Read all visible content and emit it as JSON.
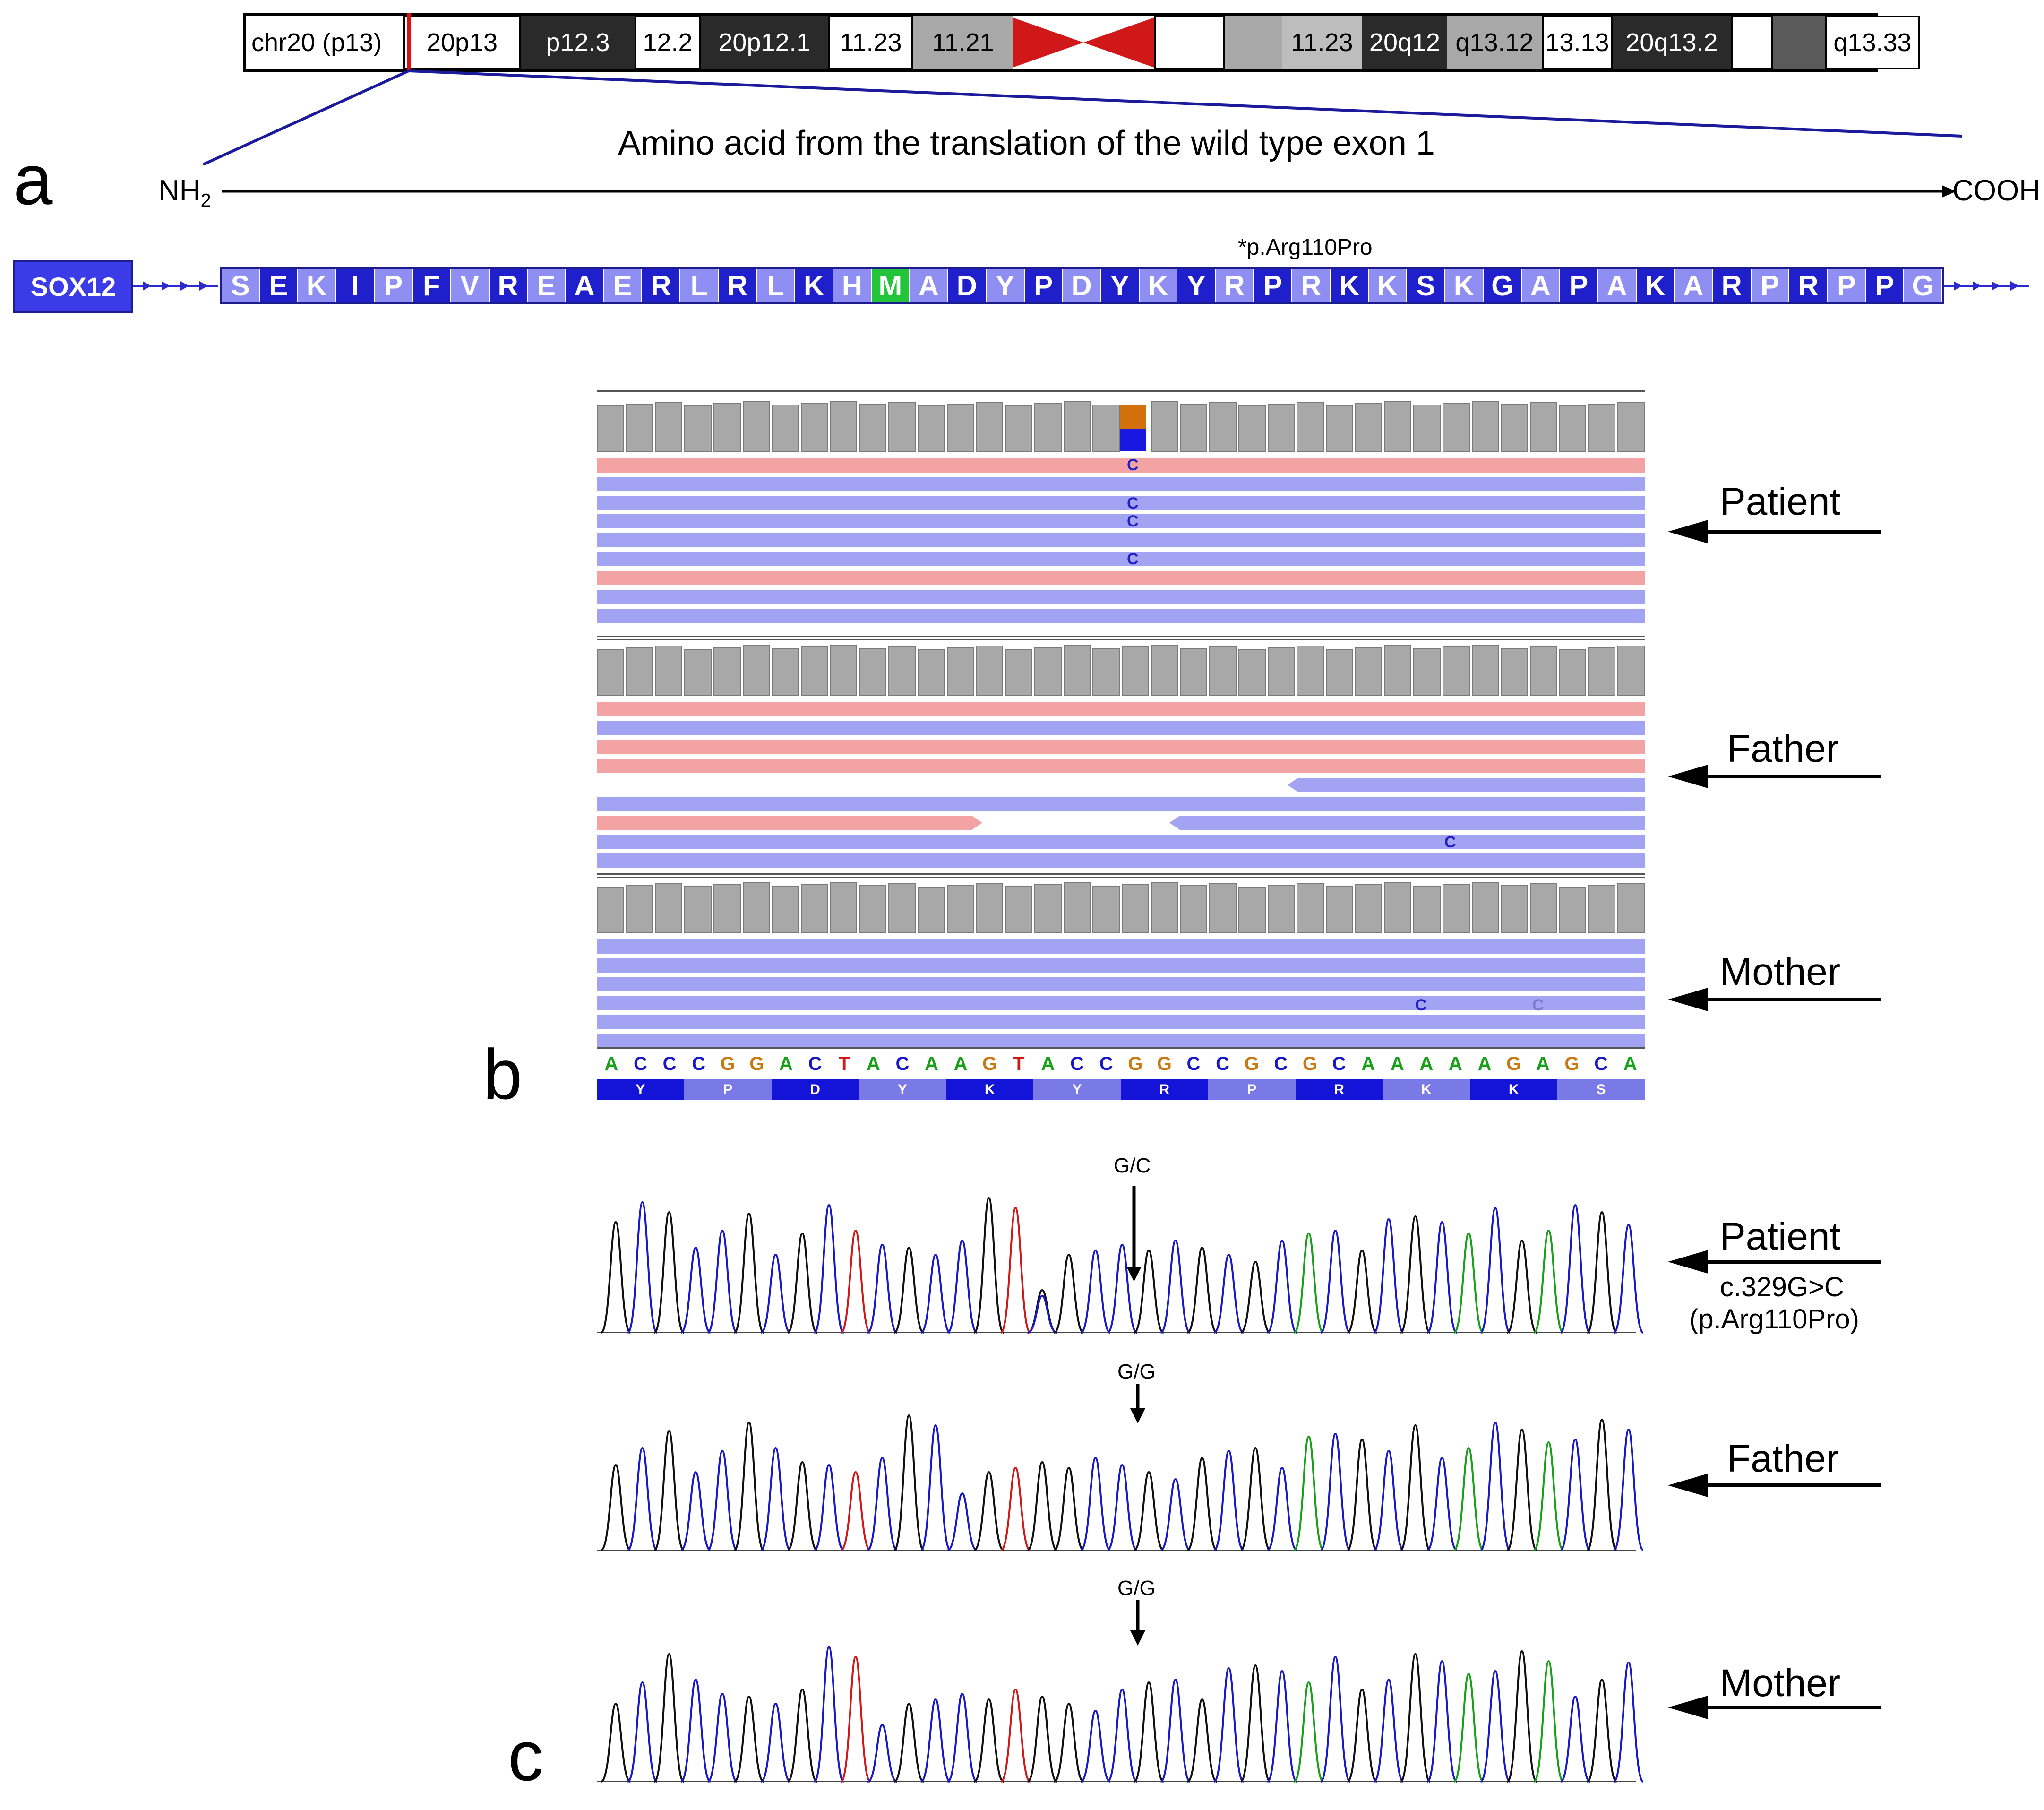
{
  "ideogram": {
    "chrom_label": "chr20 (p13)",
    "bands": [
      {
        "label": "20p13",
        "stain": "white"
      },
      {
        "label": "p12.3",
        "stain": "black"
      },
      {
        "label": "12.2",
        "stain": "white"
      },
      {
        "label": "20p12.1",
        "stain": "black"
      },
      {
        "label": "11.23",
        "stain": "white"
      },
      {
        "label": "11.21",
        "stain": "gray"
      },
      {
        "label": "",
        "stain": "centromere"
      },
      {
        "label": "",
        "stain": "white"
      },
      {
        "label": "",
        "stain": "gray"
      },
      {
        "label": "11.23",
        "stain": "lightgray"
      },
      {
        "label": "20q12",
        "stain": "black"
      },
      {
        "label": "q13.12",
        "stain": "gray"
      },
      {
        "label": "13.13",
        "stain": "white"
      },
      {
        "label": "20q13.2",
        "stain": "black"
      },
      {
        "label": "",
        "stain": "white"
      },
      {
        "label": "",
        "stain": "darkgray"
      },
      {
        "label": "q13.33",
        "stain": "white"
      }
    ],
    "colors": {
      "centromere": "#d01818",
      "marker": "#e01010",
      "zoom_line": "#1a1a9a"
    }
  },
  "panel_a": {
    "letter": "a",
    "caption": "Amino acid from the translation of the wild type exon 1",
    "nh2": "NH",
    "nh2_sub": "2",
    "cooh": "COOH",
    "gene": "SOX12",
    "variant_label": "*p.Arg110Pro",
    "aa_sequence": [
      "S",
      "E",
      "K",
      "I",
      "P",
      "F",
      "V",
      "R",
      "E",
      "A",
      "E",
      "R",
      "L",
      "R",
      "L",
      "K",
      "H",
      "M",
      "A",
      "D",
      "Y",
      "P",
      "D",
      "Y",
      "K",
      "Y",
      "R",
      "P",
      "R",
      "K",
      "K",
      "S",
      "K",
      "G",
      "A",
      "P",
      "A",
      "K",
      "A",
      "R",
      "P",
      "R",
      "P",
      "P",
      "G"
    ],
    "highlight_index": 17,
    "variant_index": 26
  },
  "panel_b": {
    "letter": "b",
    "labels": [
      "Patient",
      "Father",
      "Mother"
    ],
    "mismatch_base": "C",
    "reference_seq": [
      "A",
      "C",
      "C",
      "C",
      "G",
      "G",
      "A",
      "C",
      "T",
      "A",
      "C",
      "A",
      "A",
      "G",
      "T",
      "A",
      "C",
      "C",
      "G",
      "G",
      "C",
      "C",
      "G",
      "C",
      "G",
      "C",
      "A",
      "A",
      "A",
      "A",
      "A",
      "G",
      "A",
      "G",
      "C",
      "A"
    ],
    "translation": [
      "Y",
      "P",
      "D",
      "Y",
      "K",
      "Y",
      "R",
      "P",
      "R",
      "K",
      "K",
      "S"
    ],
    "base_colors": {
      "A": "#18a018",
      "C": "#1818c8",
      "G": "#c87a10",
      "T": "#d01818"
    }
  },
  "panel_c": {
    "letter": "c",
    "tracks": [
      {
        "label": "Patient",
        "genotype": "G/C",
        "note1": "c.329G>C",
        "note2": "(p.Arg110Pro)"
      },
      {
        "label": "Father",
        "genotype": "G/G"
      },
      {
        "label": "Mother",
        "genotype": "G/G"
      }
    ],
    "trace_colors": {
      "A": "#18a018",
      "C": "#1818c8",
      "G": "#101010",
      "T": "#d01818"
    }
  }
}
